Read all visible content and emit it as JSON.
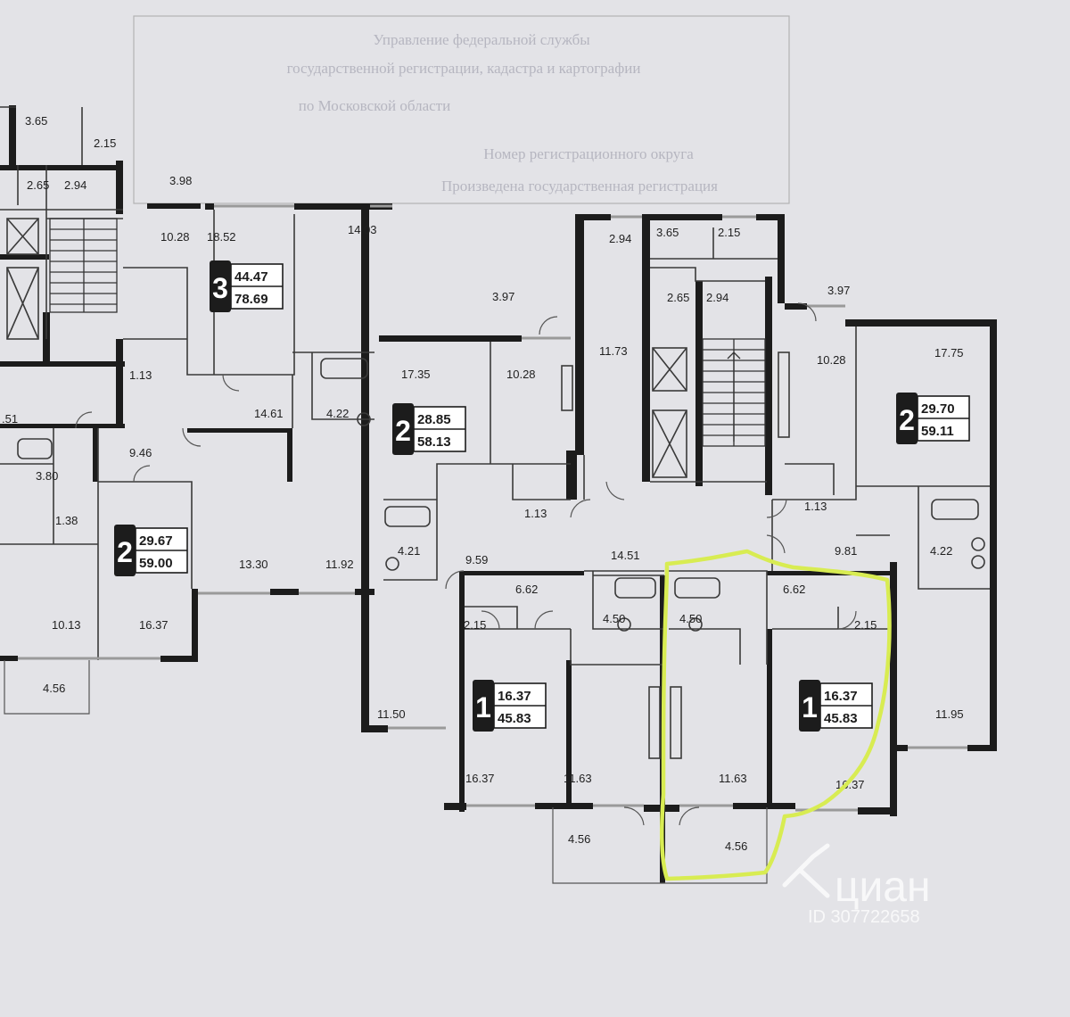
{
  "stamp_lines": [
    "Управление федеральной службы",
    "государственной регистрации, кадастра и картографии",
    "по Московской области",
    "Номер регистрационного округа",
    "Произведена государственная регистрация"
  ],
  "rooms": [
    {
      "id": "r1",
      "label": "3.65"
    },
    {
      "id": "r2",
      "label": "2.15"
    },
    {
      "id": "r3",
      "label": "2.65"
    },
    {
      "id": "r4",
      "label": "2.94"
    },
    {
      "id": "r5",
      "label": "3.98"
    },
    {
      "id": "r6",
      "label": "10.28"
    },
    {
      "id": "r7",
      "label": "18.52"
    },
    {
      "id": "r8",
      "label": "14.03"
    },
    {
      "id": "r9",
      "label": "1.13"
    },
    {
      "id": "r10",
      "label": "14.61"
    },
    {
      "id": "r11",
      "label": "4.22"
    },
    {
      "id": "r12",
      "label": "9.46"
    },
    {
      "id": "r13",
      "label": "3.80"
    },
    {
      "id": "r14",
      "label": "1.38"
    },
    {
      "id": "r15",
      "label": "13.30"
    },
    {
      "id": "r16",
      "label": "11.92"
    },
    {
      "id": "r17",
      "label": "10.13"
    },
    {
      "id": "r18",
      "label": "16.37"
    },
    {
      "id": "r19",
      "label": "4.56"
    },
    {
      "id": "r20",
      "label": ".51"
    },
    {
      "id": "r21",
      "label": "17.35"
    },
    {
      "id": "r22",
      "label": "10.28"
    },
    {
      "id": "r23",
      "label": "3.97"
    },
    {
      "id": "r24",
      "label": "4.21"
    },
    {
      "id": "r25",
      "label": "9.59"
    },
    {
      "id": "r26",
      "label": "1.13"
    },
    {
      "id": "r27",
      "label": "6.62"
    },
    {
      "id": "r28",
      "label": "2.15"
    },
    {
      "id": "r29",
      "label": "4.50"
    },
    {
      "id": "r30",
      "label": "14.51"
    },
    {
      "id": "r31",
      "label": "11.50"
    },
    {
      "id": "r32",
      "label": "16.37"
    },
    {
      "id": "r33",
      "label": "11.63"
    },
    {
      "id": "r34",
      "label": "4.56"
    },
    {
      "id": "r35",
      "label": "2.94"
    },
    {
      "id": "r36",
      "label": "3.65"
    },
    {
      "id": "r37",
      "label": "2.15"
    },
    {
      "id": "r38",
      "label": "2.65"
    },
    {
      "id": "r39",
      "label": "2.94"
    },
    {
      "id": "r40",
      "label": "11.73"
    },
    {
      "id": "r41",
      "label": "3.97"
    },
    {
      "id": "r42",
      "label": "10.28"
    },
    {
      "id": "r43",
      "label": "17.75"
    },
    {
      "id": "r44",
      "label": "1.13"
    },
    {
      "id": "r45",
      "label": "9.81"
    },
    {
      "id": "r46",
      "label": "4.22"
    },
    {
      "id": "r47",
      "label": "4.50"
    },
    {
      "id": "r48",
      "label": "6.62"
    },
    {
      "id": "r49",
      "label": "2.15"
    },
    {
      "id": "r50",
      "label": "11.63"
    },
    {
      "id": "r51",
      "label": "16.37"
    },
    {
      "id": "r52",
      "label": "11.95"
    },
    {
      "id": "r53",
      "label": "4.56"
    }
  ],
  "apartments": [
    {
      "id": "a1",
      "rooms": "3",
      "living": "44.47",
      "total": "78.69"
    },
    {
      "id": "a2",
      "rooms": "2",
      "living": "29.67",
      "total": "59.00"
    },
    {
      "id": "a3",
      "rooms": "2",
      "living": "28.85",
      "total": "58.13"
    },
    {
      "id": "a4",
      "rooms": "2",
      "living": "29.70",
      "total": "59.11"
    },
    {
      "id": "a5",
      "rooms": "1",
      "living": "16.37",
      "total": "45.83"
    },
    {
      "id": "a6",
      "rooms": "1",
      "living": "16.37",
      "total": "45.83"
    }
  ],
  "watermark": {
    "brand": "циан",
    "listing_id": "ID 307722658"
  },
  "colors": {
    "paper": "#e3e3e7",
    "walls": "#1c1c1c",
    "highlight": "#d8ec52"
  }
}
